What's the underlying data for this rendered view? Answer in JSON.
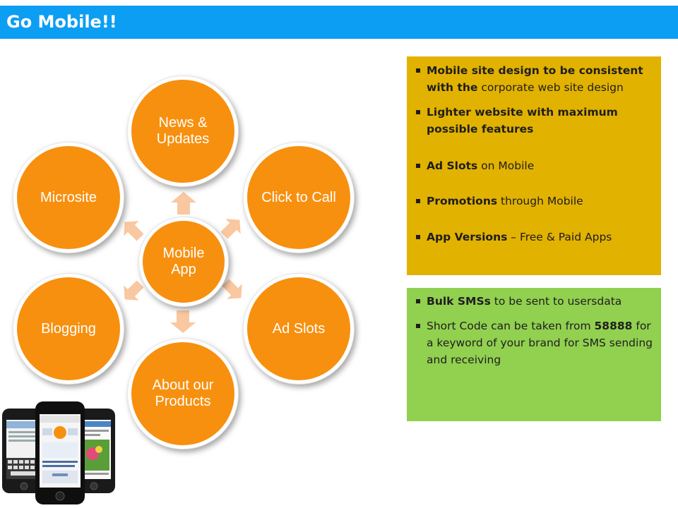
{
  "header": {
    "title": "Go Mobile!!"
  },
  "diagram": {
    "center": "Mobile App",
    "nodes": [
      "News & Updates",
      "Click to Call",
      "Ad Slots",
      "About our Products",
      "Blogging",
      "Microsite"
    ]
  },
  "panels": {
    "features": [
      {
        "bold": "Mobile site design to be consistent with the",
        "rest": " corporate web site design"
      },
      {
        "bold": "Lighter website with maximum possible features",
        "rest": ""
      },
      {
        "bold": "Ad Slots",
        "rest": " on Mobile"
      },
      {
        "bold": "Promotions",
        "rest": " through Mobile"
      },
      {
        "bold": "App Versions",
        "rest": " – Free & Paid Apps"
      }
    ],
    "sms": [
      {
        "p1": "",
        "bold": "Bulk SMSs",
        "p2": " to be sent to usersdata"
      },
      {
        "p1": "Short Code can be taken from ",
        "bold": "58888",
        "p2": " for a keyword of your brand for SMS sending and receiving"
      }
    ]
  },
  "colors": {
    "header": "#0c9ef2",
    "node": "#f7900f",
    "arrow": "#f9c7a0",
    "panel_yellow": "#e2b200",
    "panel_green": "#92d050"
  },
  "image": {
    "icon": "smartphones-illustration"
  }
}
